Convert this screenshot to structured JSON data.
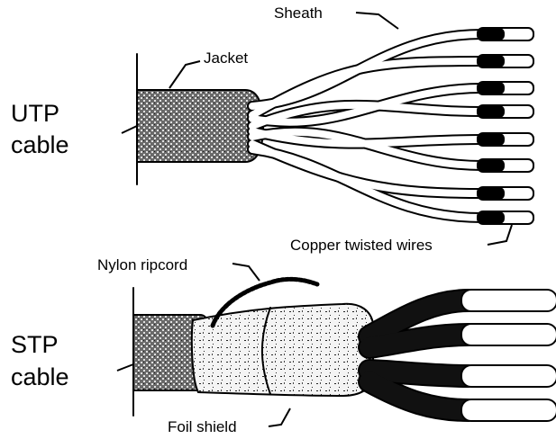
{
  "labels": {
    "sheath": "Sheath",
    "jacket": "Jacket",
    "utp_line1": "UTP",
    "utp_line2": "cable",
    "copper": "Copper twisted wires",
    "nylon": "Nylon ripcord",
    "stp_line1": "STP",
    "stp_line2": "cable",
    "foil": "Foil shield"
  }
}
